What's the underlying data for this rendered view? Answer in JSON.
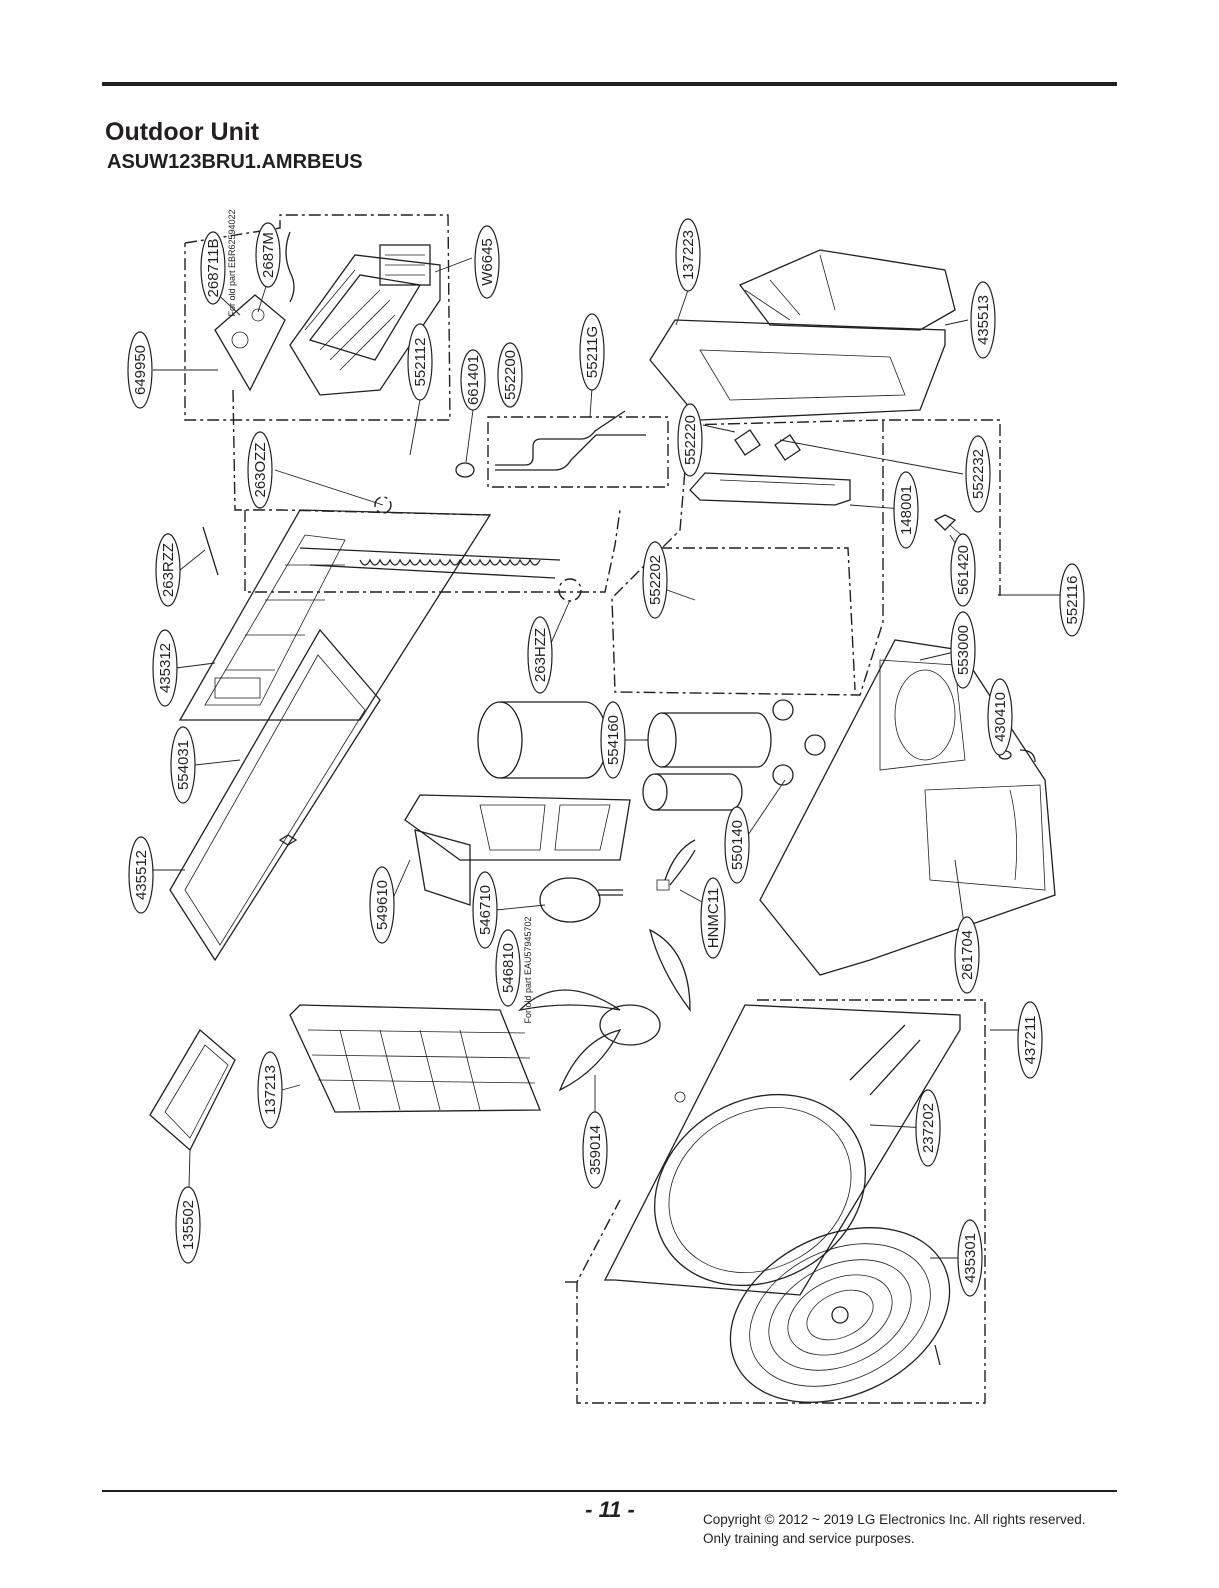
{
  "header": {
    "title": "Outdoor Unit",
    "model": "ASUW123BRU1.AMRBEUS"
  },
  "footer": {
    "page_number": "- 11 -",
    "copyright_line1": "Copyright © 2012 ~ 2019 LG Electronics Inc. All rights reserved.",
    "copyright_line2": "Only training and service purposes."
  },
  "parts": [
    {
      "id": "p268711B",
      "label": "268711B",
      "note": "For old part EBR62594022"
    },
    {
      "id": "p2687M",
      "label": "2687M"
    },
    {
      "id": "pW6645",
      "label": "W6645"
    },
    {
      "id": "p137223",
      "label": "137223"
    },
    {
      "id": "p435513",
      "label": "435513"
    },
    {
      "id": "p649950",
      "label": "649950"
    },
    {
      "id": "p552112",
      "label": "552112"
    },
    {
      "id": "p661401",
      "label": "661401"
    },
    {
      "id": "p552200",
      "label": "552200"
    },
    {
      "id": "p55211G",
      "label": "55211G"
    },
    {
      "id": "p552220",
      "label": "552220"
    },
    {
      "id": "p552232",
      "label": "552232"
    },
    {
      "id": "p263OZZ",
      "label": "263OZZ"
    },
    {
      "id": "p148001",
      "label": "148001"
    },
    {
      "id": "p263RZZ",
      "label": "263RZZ"
    },
    {
      "id": "p561420",
      "label": "561420"
    },
    {
      "id": "p552116",
      "label": "552116"
    },
    {
      "id": "p552202",
      "label": "552202"
    },
    {
      "id": "p435312",
      "label": "435312"
    },
    {
      "id": "p263HZZ",
      "label": "263HZZ"
    },
    {
      "id": "p553000",
      "label": "553000"
    },
    {
      "id": "p430410",
      "label": "430410"
    },
    {
      "id": "p554160",
      "label": "554160"
    },
    {
      "id": "p554031",
      "label": "554031"
    },
    {
      "id": "p550140",
      "label": "550140"
    },
    {
      "id": "p435512",
      "label": "435512"
    },
    {
      "id": "p549610",
      "label": "549610"
    },
    {
      "id": "p546710",
      "label": "546710"
    },
    {
      "id": "pHNMC11",
      "label": "HNMC11"
    },
    {
      "id": "p261704",
      "label": "261704"
    },
    {
      "id": "p546810",
      "label": "546810",
      "note": "For old part EAU57945702"
    },
    {
      "id": "p437211",
      "label": "437211"
    },
    {
      "id": "p137213",
      "label": "137213"
    },
    {
      "id": "p359014",
      "label": "359014"
    },
    {
      "id": "p237202",
      "label": "237202"
    },
    {
      "id": "p135502",
      "label": "135502"
    },
    {
      "id": "p435301",
      "label": "435301"
    }
  ]
}
